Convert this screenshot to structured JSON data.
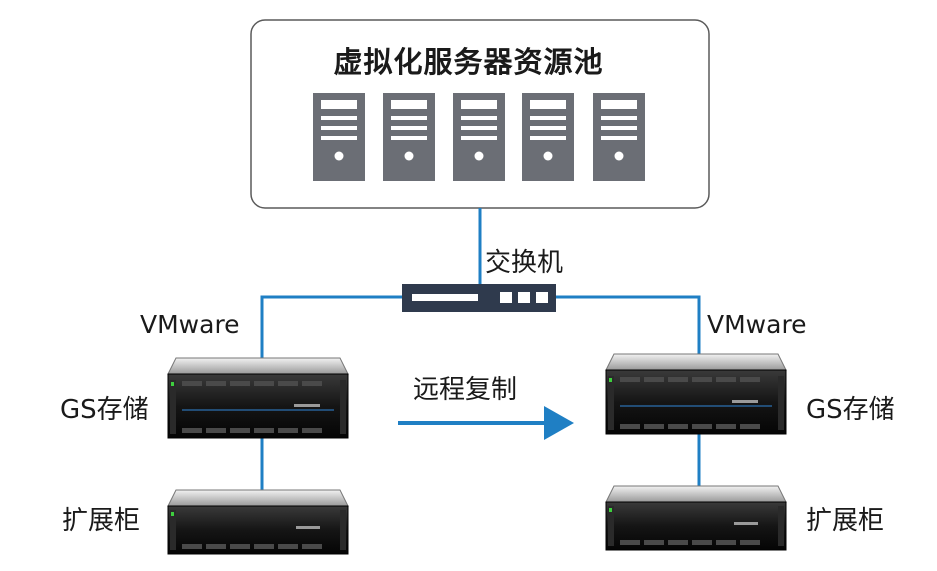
{
  "pool": {
    "title": "虚拟化服务器资源池",
    "server_count": 5
  },
  "switch": {
    "label": "交换机"
  },
  "left_site": {
    "vmware_label": "VMware",
    "storage_label": "GS存储",
    "expansion_label": "扩展柜"
  },
  "right_site": {
    "vmware_label": "VMware",
    "storage_label": "GS存储",
    "expansion_label": "扩展柜"
  },
  "replication": {
    "label": "远程复制"
  },
  "colors": {
    "link": "#1f7fc4",
    "server": "#6b6e75",
    "switch": "#2f3a4d",
    "storage": "#1c1c1c",
    "pool_border": "#555555"
  },
  "icons": {
    "server": "server-tower-icon",
    "switch": "network-switch-icon",
    "storage": "storage-array-icon",
    "arrow": "arrow-right-icon"
  }
}
